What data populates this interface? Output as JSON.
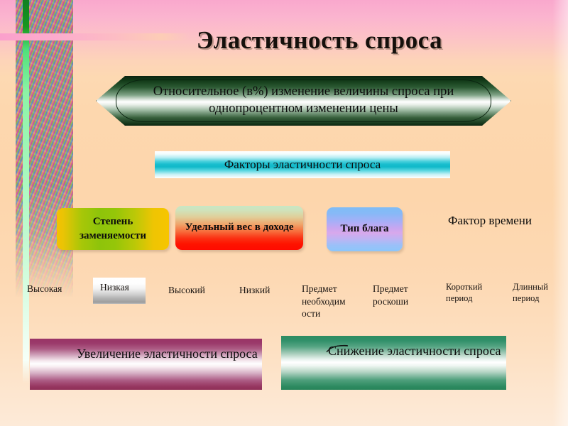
{
  "slide": {
    "title": "Эластичность спроса",
    "definition": "Относительное (в%) изменение величины спроса при однопроцентном изменении цены",
    "factors_header": "Факторы эластичности спроса",
    "factor_boxes": [
      {
        "label": "Степень заменяемости",
        "color": "#8ec40a"
      },
      {
        "label": "Удельный вес в доходе",
        "color": "#ff0a00"
      },
      {
        "label": "Тип блага",
        "color": "#a7aff7"
      }
    ],
    "factor_plain": "Фактор времени",
    "outcome_labels": [
      {
        "text": "Высокая",
        "boxed": false
      },
      {
        "text": "Низкая",
        "boxed": true
      },
      {
        "text": "Высокий",
        "boxed": false
      },
      {
        "text": "Низкий",
        "boxed": false
      },
      {
        "text": "Предмет необходим ости",
        "boxed": false
      },
      {
        "text": "Предмет роскоши",
        "boxed": false
      },
      {
        "text": "Короткий период",
        "boxed": false
      },
      {
        "text": "Длинный период",
        "boxed": false
      }
    ],
    "conclusions": [
      {
        "text": "Увеличение эластичности спроса",
        "color": "#993366"
      },
      {
        "text": "Снижение эластичности спроса",
        "color": "#2e8c62"
      }
    ]
  }
}
